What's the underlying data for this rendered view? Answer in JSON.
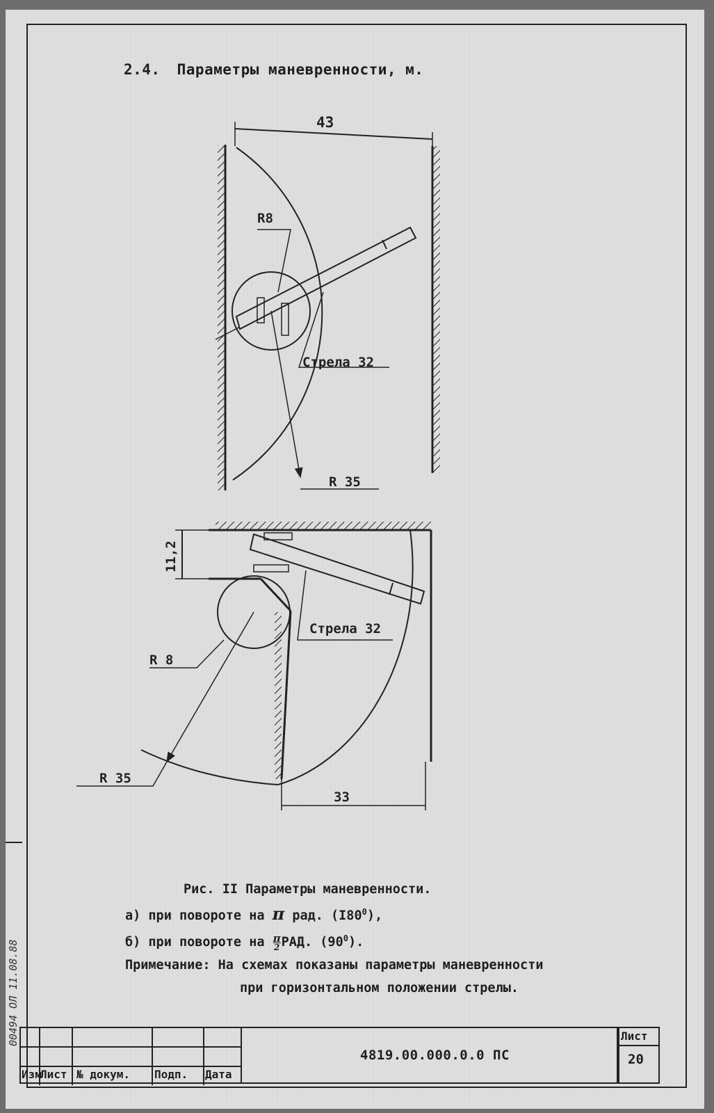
{
  "section": {
    "number": "2.4.",
    "title": "Параметры маневренности, м."
  },
  "figure_a": {
    "width_dim": "43",
    "small_radius": "R8",
    "boom_label": "Стрела 32",
    "large_radius": "R 35"
  },
  "figure_b": {
    "offset_dim": "11,2",
    "boom_label": "Стрела 32",
    "small_radius": "R 8",
    "large_radius": "R 35",
    "width_dim": "33"
  },
  "caption": {
    "figure_title": "Рис. II Параметры маневренности.",
    "line_a_prefix": "а) при повороте на",
    "line_a_pi": "π",
    "line_a_suffix": "рад. (I80",
    "line_a_end": "),",
    "line_b_prefix": "б) при повороте на",
    "line_b_num": "π",
    "line_b_den": "2",
    "line_b_suffix": "РАД. (90",
    "line_b_end": ").",
    "degree": "0",
    "note_label": "Примечание:",
    "note_text": "На схемах показаны параметры маневренности",
    "note_cont": "при горизонтальном положении стрелы."
  },
  "title_block": {
    "col_izm": "Изм",
    "col_list": "Лист",
    "col_doc": "№ докум.",
    "col_sign": "Подп.",
    "col_date": "Дата",
    "doc_code": "4819.00.000.0.0 ПС",
    "sheet_label": "Лист",
    "sheet_number": "20"
  },
  "side_stamp": {
    "text": "00494 ОЛ 11.08.88"
  }
}
